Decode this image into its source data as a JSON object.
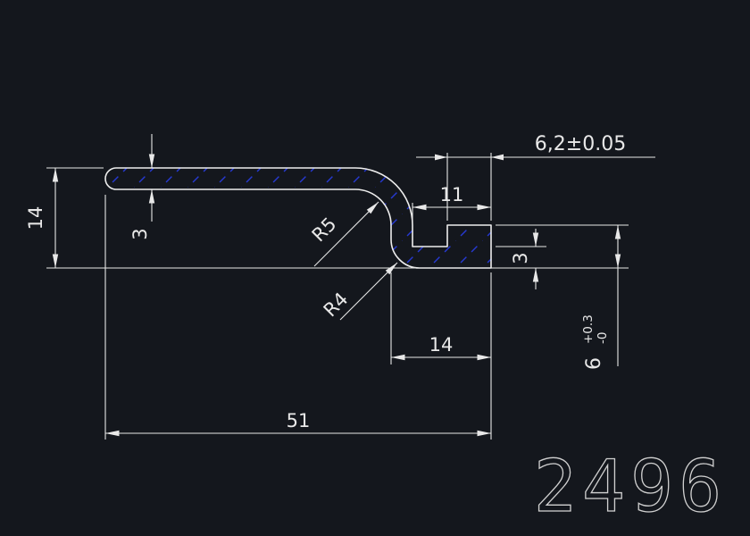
{
  "drawing": {
    "part_number": "2496",
    "colors": {
      "background": "#14171d",
      "line": "#e8e8e8",
      "hatch": "#2639d4",
      "part_number": "#d0d0d0"
    },
    "dims": {
      "overall_height": "14",
      "flange_thickness": "3",
      "inner_radius": "R5",
      "outer_radius": "R4",
      "land_width": "6,2±0.05",
      "opening_width": "11",
      "foot_plate_thickness": "3",
      "foot_width": "14",
      "overall_width": "51",
      "foot_height": "6",
      "foot_height_tol_plus": "+0.3",
      "foot_height_tol_minus": "-0"
    }
  }
}
